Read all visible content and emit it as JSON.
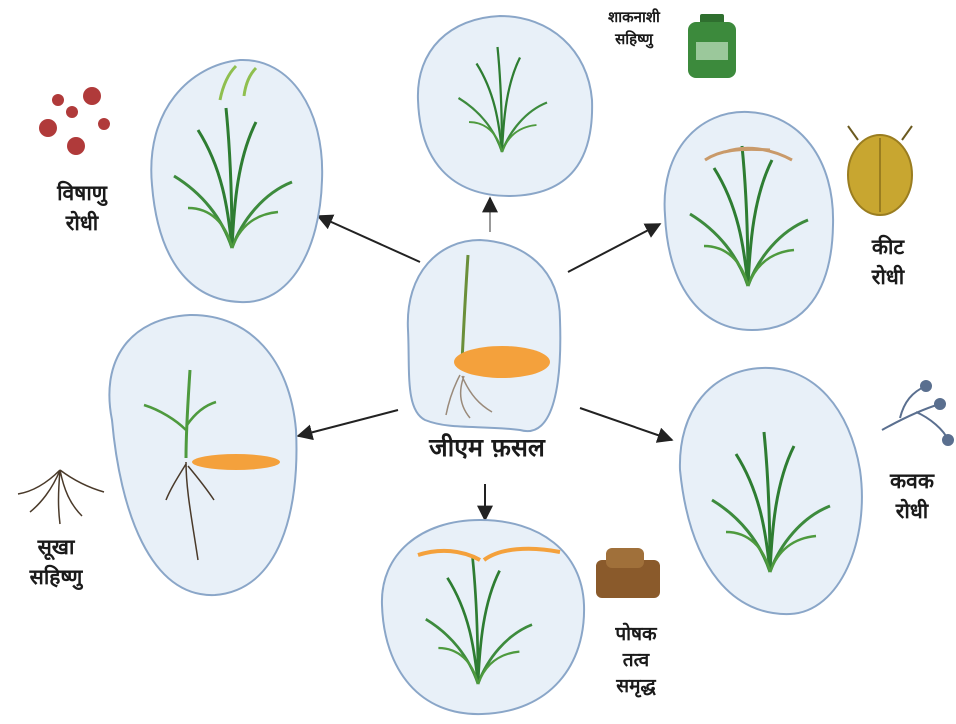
{
  "diagram": {
    "center": {
      "label": "जीएम फ़सल"
    },
    "traits": [
      {
        "id": "virus",
        "lines": [
          "विषाणु",
          "रोधी"
        ],
        "icon": "virus-icon"
      },
      {
        "id": "herbicide",
        "lines": [
          "शाकनाशी",
          "सहिष्णु"
        ],
        "icon": "herbicide-bottle-icon"
      },
      {
        "id": "insect",
        "lines": [
          "कीट",
          "रोधी"
        ],
        "icon": "beetle-icon"
      },
      {
        "id": "fungus",
        "lines": [
          "कवक",
          "रोधी"
        ],
        "icon": "fungus-icon"
      },
      {
        "id": "nutrient",
        "lines": [
          "पोषक",
          "तत्व",
          "समृद्ध"
        ],
        "icon": "nutrient-pile-icon"
      },
      {
        "id": "drought",
        "lines": [
          "सूखा",
          "सहिष्णु"
        ],
        "icon": "roots-icon"
      }
    ]
  },
  "colors": {
    "cell_fill": "#e8f0f8",
    "cell_stroke": "#8aa6c8",
    "leaf": "#2e7d32",
    "leaf_light": "#8fbf4f",
    "seed": "#f4a13c",
    "arrow": "#222222",
    "virus": "#b03a3a",
    "beetle": "#c8a630",
    "bottle": "#3c8a3c",
    "fungus": "#5a6f8f",
    "soil": "#8a5a2b"
  }
}
